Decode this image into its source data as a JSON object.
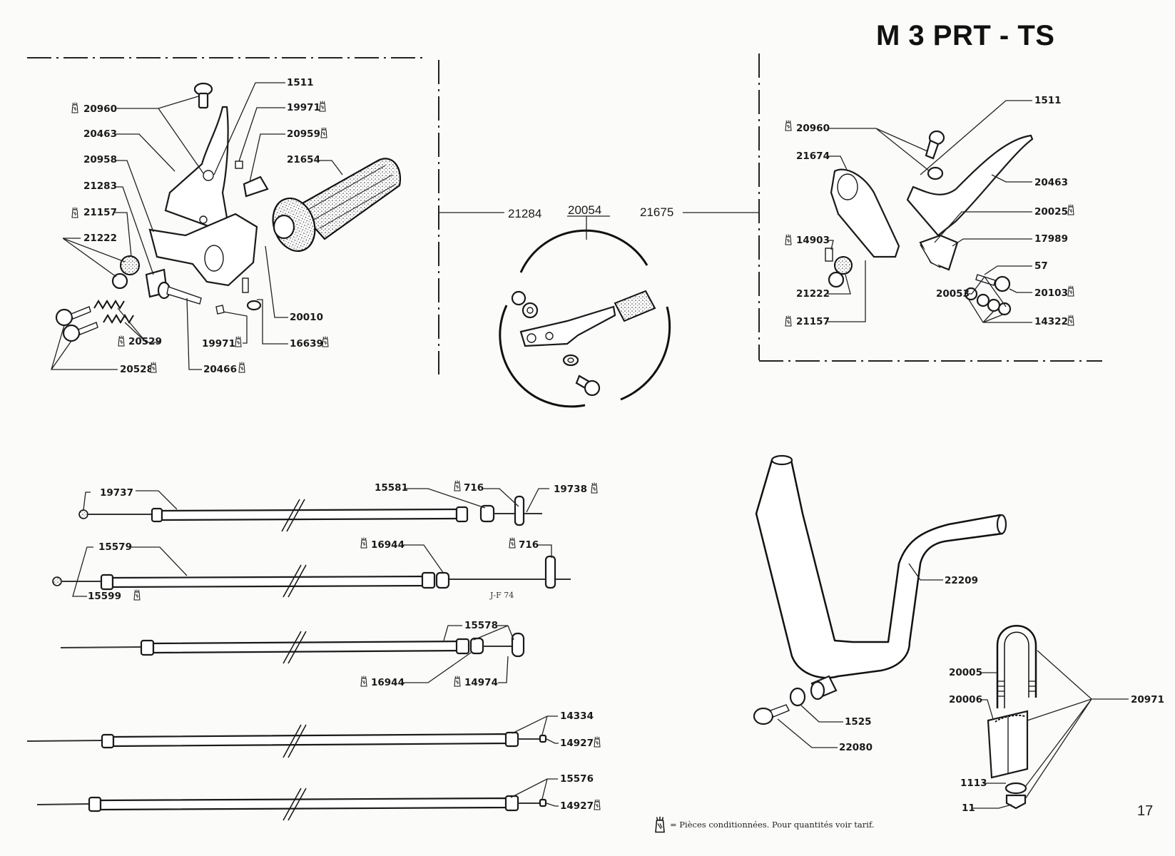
{
  "document": {
    "title": "M 3 PRT - TS",
    "page_number": "17",
    "legend": {
      "icon": "packaged-parts-bag-icon",
      "text": "= Pièces conditionnées. Pour quantités voir tarif."
    }
  },
  "left_assembly": {
    "assembly_ref": "21284",
    "labels": [
      {
        "ref": "1511",
        "packaged": false
      },
      {
        "ref": "20960",
        "packaged": true
      },
      {
        "ref": "19971",
        "packaged": true
      },
      {
        "ref": "20463",
        "packaged": false
      },
      {
        "ref": "20959",
        "packaged": true
      },
      {
        "ref": "20958",
        "packaged": false
      },
      {
        "ref": "21654",
        "packaged": false
      },
      {
        "ref": "21283",
        "packaged": false
      },
      {
        "ref": "21157",
        "packaged": true
      },
      {
        "ref": "21222",
        "packaged": false
      },
      {
        "ref": "20010",
        "packaged": false
      },
      {
        "ref": "20529",
        "packaged": true
      },
      {
        "ref": "19971",
        "packaged": true
      },
      {
        "ref": "16639",
        "packaged": true
      },
      {
        "ref": "20528",
        "packaged": true
      },
      {
        "ref": "20466",
        "packaged": true
      }
    ]
  },
  "center_kit": {
    "kit_ref": "20054"
  },
  "right_assembly": {
    "assembly_ref": "21675",
    "labels": [
      {
        "ref": "1511",
        "packaged": false
      },
      {
        "ref": "20960",
        "packaged": true
      },
      {
        "ref": "21674",
        "packaged": false
      },
      {
        "ref": "20463",
        "packaged": false
      },
      {
        "ref": "20025",
        "packaged": true
      },
      {
        "ref": "14903",
        "packaged": true
      },
      {
        "ref": "17989",
        "packaged": false
      },
      {
        "ref": "57",
        "packaged": false
      },
      {
        "ref": "21222",
        "packaged": false
      },
      {
        "ref": "20053",
        "packaged": false
      },
      {
        "ref": "20103",
        "packaged": true
      },
      {
        "ref": "21157",
        "packaged": true
      },
      {
        "ref": "14322",
        "packaged": true
      }
    ]
  },
  "cables": [
    {
      "labels": [
        {
          "ref": "19737",
          "packaged": false
        },
        {
          "ref": "15581",
          "packaged": false
        },
        {
          "ref": "716",
          "packaged": true
        },
        {
          "ref": "19738",
          "packaged": true
        }
      ]
    },
    {
      "labels": [
        {
          "ref": "15579",
          "packaged": false
        },
        {
          "ref": "16944",
          "packaged": true
        },
        {
          "ref": "716",
          "packaged": true
        },
        {
          "ref": "15599",
          "packaged": true
        }
      ],
      "signature": "J-F 74"
    },
    {
      "labels": [
        {
          "ref": "15578",
          "packaged": false
        },
        {
          "ref": "16944",
          "packaged": true
        },
        {
          "ref": "14974",
          "packaged": true
        }
      ]
    },
    {
      "labels": [
        {
          "ref": "14334",
          "packaged": false
        },
        {
          "ref": "14927",
          "packaged": true
        }
      ]
    },
    {
      "labels": [
        {
          "ref": "15576",
          "packaged": false
        },
        {
          "ref": "14927",
          "packaged": true
        }
      ]
    }
  ],
  "handlebar": {
    "labels": [
      {
        "ref": "22209",
        "packaged": false
      },
      {
        "ref": "1525",
        "packaged": false
      },
      {
        "ref": "22080",
        "packaged": false
      }
    ]
  },
  "clamp": {
    "labels": [
      {
        "ref": "20005",
        "packaged": false
      },
      {
        "ref": "20006",
        "packaged": false
      },
      {
        "ref": "20971",
        "packaged": false
      },
      {
        "ref": "1113",
        "packaged": false
      },
      {
        "ref": "11",
        "packaged": false
      }
    ]
  }
}
